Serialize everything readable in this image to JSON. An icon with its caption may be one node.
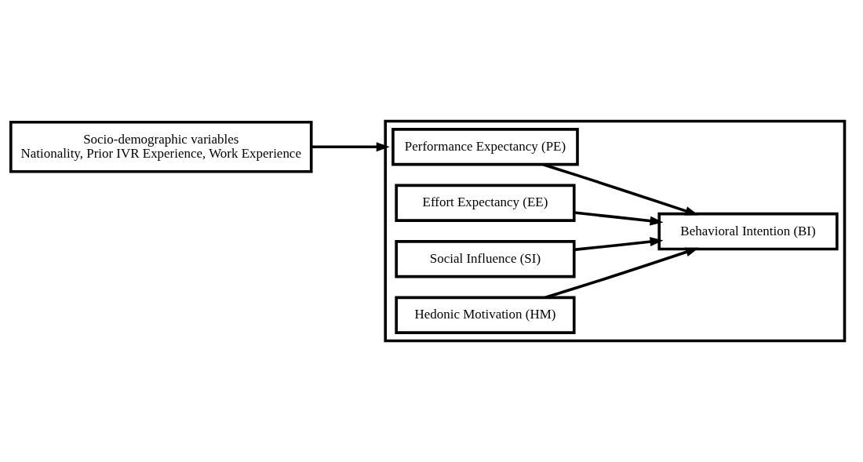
{
  "diagram": {
    "nodes": [
      {
        "text": [
          "Socio-demographic variables",
          "Nationality, Prior IVR Experience, Work Experience"
        ]
      },
      {
        "text": [],
        "shape": "box"
      },
      {
        "text": [
          "Performance Expectancy (PE)"
        ],
        "in": 1
      },
      {
        "text": [
          "Effort Expectancy (EE)"
        ],
        "in": 1
      },
      {
        "text": [
          "Social Influence (SI)"
        ],
        "in": 1
      },
      {
        "text": [
          "Hedonic Motivation (HM)"
        ],
        "in": 1
      },
      {
        "text": [
          "Behavioral Intention (BI)"
        ],
        "in": 1
      }
    ],
    "edges": [
      {
        "from": 0,
        "to": 1,
        "arrow": "to"
      },
      {
        "from": 2,
        "to": 6,
        "arrow": "to"
      },
      {
        "from": 3,
        "to": 6,
        "arrow": "to"
      },
      {
        "from": 4,
        "to": 6,
        "arrow": "to"
      },
      {
        "from": 5,
        "to": 6,
        "arrow": "to"
      }
    ]
  }
}
